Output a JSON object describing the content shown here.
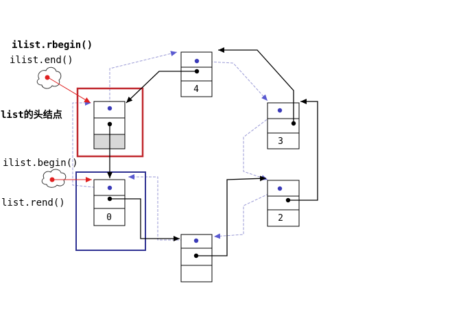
{
  "labels": {
    "rbegin": "ilist.rbegin()",
    "end": "ilist.end()",
    "head": "list的头结点",
    "begin": "ilist.begin()",
    "rend": "list.rend()"
  },
  "nodes": {
    "n4": "4",
    "n3": "3",
    "n2": "2",
    "n0": "0"
  },
  "colors": {
    "head_box": "#c0272d",
    "begin_box": "#2e3192",
    "prev_pointer": "#9a9ad6",
    "iterator_pointer": "#e02020",
    "next_pointer": "#000000"
  }
}
